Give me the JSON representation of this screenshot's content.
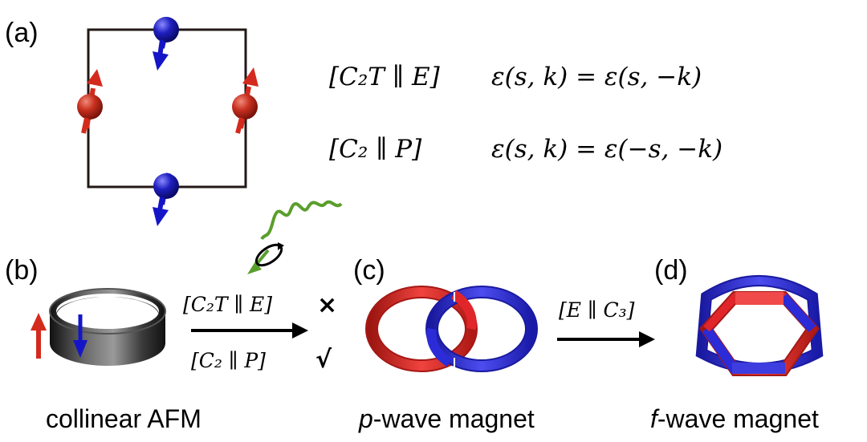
{
  "labels": {
    "a": "(a)",
    "b": "(b)",
    "c": "(c)",
    "d": "(d)"
  },
  "equations": {
    "eq1_symmetry": "[C₂T ∥ E]",
    "eq1_relation": "ε(s, k) = ε(s, −k)",
    "eq2_symmetry": "[C₂ ∥ P]",
    "eq2_relation": "ε(s, k) = ε(−s, −k)"
  },
  "transition_b": {
    "top": "[C₂T ∥ E]",
    "top_mark": "×",
    "bottom": "[C₂ ∥ P]",
    "bottom_mark": "√"
  },
  "transition_c": {
    "label": "[E ∥ C₃]"
  },
  "captions": {
    "b": "collinear AFM",
    "c_prefix": "p",
    "c_suffix": "-wave magnet",
    "d_prefix": "f",
    "d_suffix": "-wave magnet"
  },
  "colors": {
    "spin_up": "#d42a1e",
    "spin_down": "#1515c8",
    "light_wave": "#5a9e2c",
    "ring_dark": "#1a1a1a",
    "ring_red": "#e0262a",
    "ring_blue": "#2b2bd8"
  }
}
